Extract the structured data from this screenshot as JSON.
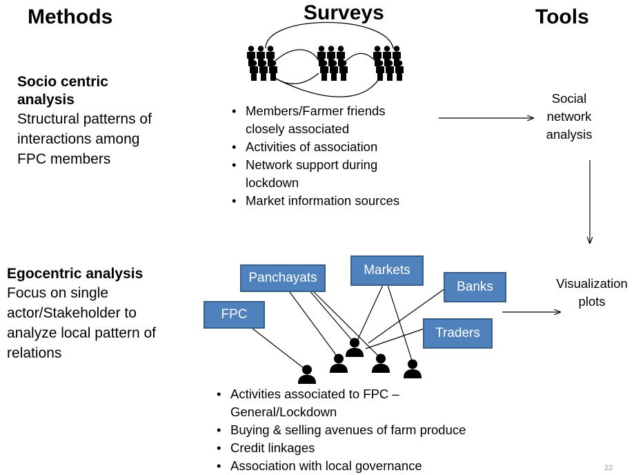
{
  "headers": {
    "methods": "Methods",
    "surveys": "Surveys",
    "tools": "Tools"
  },
  "socio": {
    "title_line1": "Socio centric",
    "title_line2": "analysis",
    "desc_lines": [
      "Structural patterns of",
      "interactions among",
      "FPC members"
    ]
  },
  "survey_items": [
    [
      "Members/Farmer friends",
      "closely associated"
    ],
    [
      "Activities of association"
    ],
    [
      "Network support during",
      "lockdown"
    ],
    [
      "Market information sources"
    ]
  ],
  "tool_social": [
    "Social",
    "network",
    "analysis"
  ],
  "ego": {
    "title": "Egocentric analysis",
    "desc_lines": [
      "Focus on single",
      "actor/Stakeholder  to",
      "analyze local pattern of",
      "relations"
    ]
  },
  "boxes": {
    "panchayats": "Panchayats",
    "markets": "Markets",
    "banks": "Banks",
    "fpc": "FPC",
    "traders": "Traders"
  },
  "tool_visual": [
    "Visualization",
    "plots"
  ],
  "ego_items": [
    [
      "Activities associated to FPC –",
      "General/Lockdown"
    ],
    [
      "Buying & selling avenues of farm produce"
    ],
    [
      "Credit linkages"
    ],
    [
      "Association with local governance"
    ]
  ],
  "page_number": "22",
  "colors": {
    "box_fill": "#4f81bd",
    "box_border": "#385d8a"
  }
}
